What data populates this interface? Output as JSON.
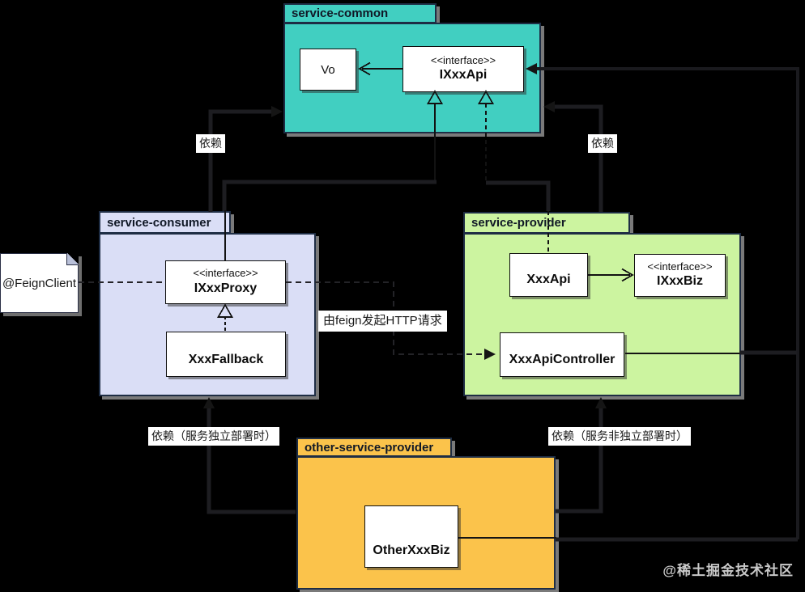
{
  "packages": {
    "common": {
      "title": "service-common"
    },
    "consumer": {
      "title": "service-consumer"
    },
    "provider": {
      "title": "service-provider"
    },
    "other": {
      "title": "other-service-provider"
    }
  },
  "classes": {
    "vo": {
      "name": "Vo"
    },
    "ixxxapi": {
      "stereotype": "<<interface>>",
      "name": "IXxxApi"
    },
    "ixxxproxy": {
      "stereotype": "<<interface>>",
      "name": "IXxxProxy"
    },
    "xxxfallback": {
      "name": "XxxFallback"
    },
    "xxxapi": {
      "name": "XxxApi"
    },
    "ixxxbiz": {
      "stereotype": "<<interface>>",
      "name": "IXxxBiz"
    },
    "xxxapicontroller": {
      "name": "XxxApiController"
    },
    "otherxxxbiz": {
      "name": "OtherXxxBiz"
    }
  },
  "note": {
    "text": "@FeignClient"
  },
  "edge_labels": {
    "dep_left_top": "依赖",
    "dep_right_top": "依赖",
    "feign_http": "由feign发起HTTP请求",
    "dep_left_bottom": "依赖（服务独立部署时）",
    "dep_right_bottom": "依赖（服务非独立部署时）"
  },
  "watermark": "@稀土掘金技术社区",
  "colors": {
    "background": "#000000",
    "package_common": "#41cfc1",
    "package_consumer": "#dadef6",
    "package_provider": "#ccf4a0",
    "package_other": "#fbc34b",
    "package_border": "#1e2d44",
    "class_fill": "#ffffff",
    "connector_dark": "#1d1d21"
  }
}
